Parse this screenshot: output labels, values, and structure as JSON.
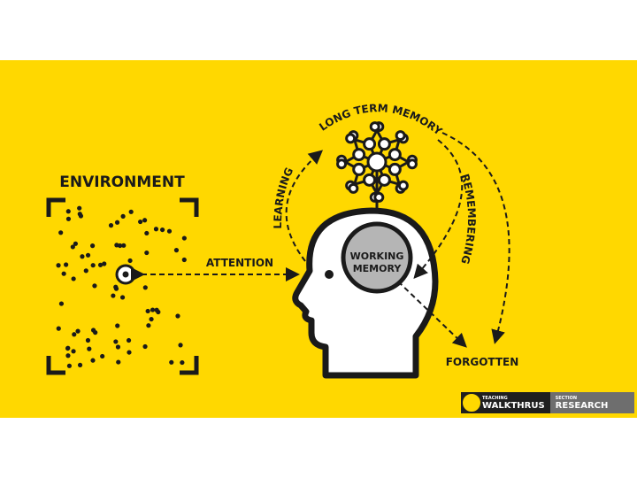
{
  "labels": {
    "environment": "ENVIRONMENT",
    "attention": "ATTENTION",
    "learning": "LEARNING",
    "long_term_memory": "LONG TERM MEMORY",
    "remembering": "REMEMBERING",
    "working_memory_line1": "WORKING",
    "working_memory_line2": "MEMORY",
    "forgotten": "FORGOTTEN"
  },
  "logo": {
    "teaching": "TEACHING",
    "walkthrus": "WALKTHRUS",
    "section": "SECTION",
    "research": "RESEARCH"
  },
  "colors": {
    "background": "#FFD800",
    "ink": "#1a1a1a",
    "grey": "#b5b5b5"
  }
}
